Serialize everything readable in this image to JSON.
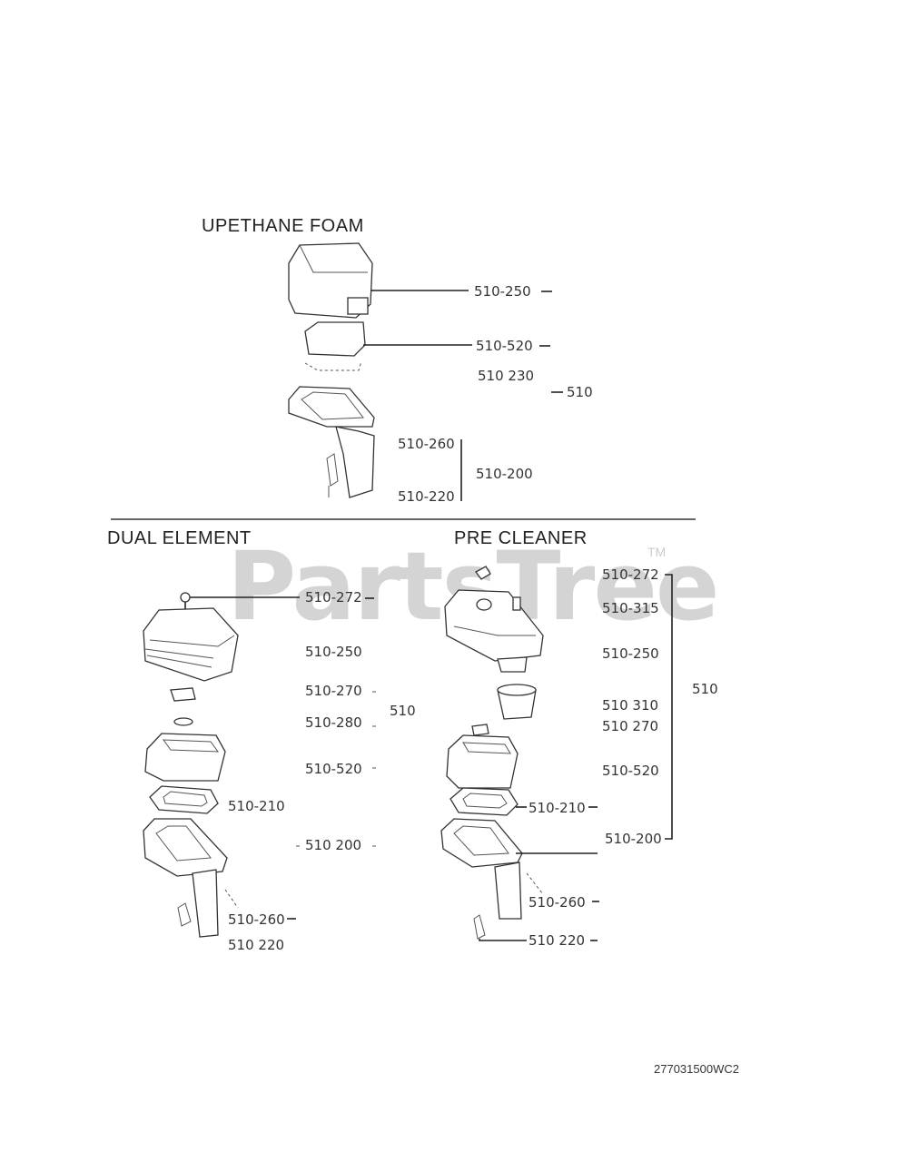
{
  "sections": {
    "urethane": "UPETHANE FOAM",
    "dual": "DUAL ELEMENT",
    "pre": "PRE CLEANER"
  },
  "labels": {
    "u1": "510-250",
    "u2": "510-520",
    "u3": "510 230",
    "u4": "510",
    "u5": "510-260",
    "u6": "510-200",
    "u7": "510-220",
    "d1": "510-272",
    "d2": "510-250",
    "d3": "510-270",
    "d4": "510",
    "d5": "510-280",
    "d6": "510-520",
    "d7": "510-210",
    "d8": "510 200",
    "d9": "510-260",
    "d10": "510 220",
    "p1": "510-272",
    "p2": "510-315",
    "p3": "510-250",
    "p4": "510",
    "p5": "510 310",
    "p6": "510 270",
    "p7": "510-520",
    "p8": "510-210",
    "p9": "510-200",
    "p10": "510-260",
    "p11": "510 220"
  },
  "watermark": "PartsTree",
  "trademark": "TM",
  "drawing_code": "277031500WC2"
}
